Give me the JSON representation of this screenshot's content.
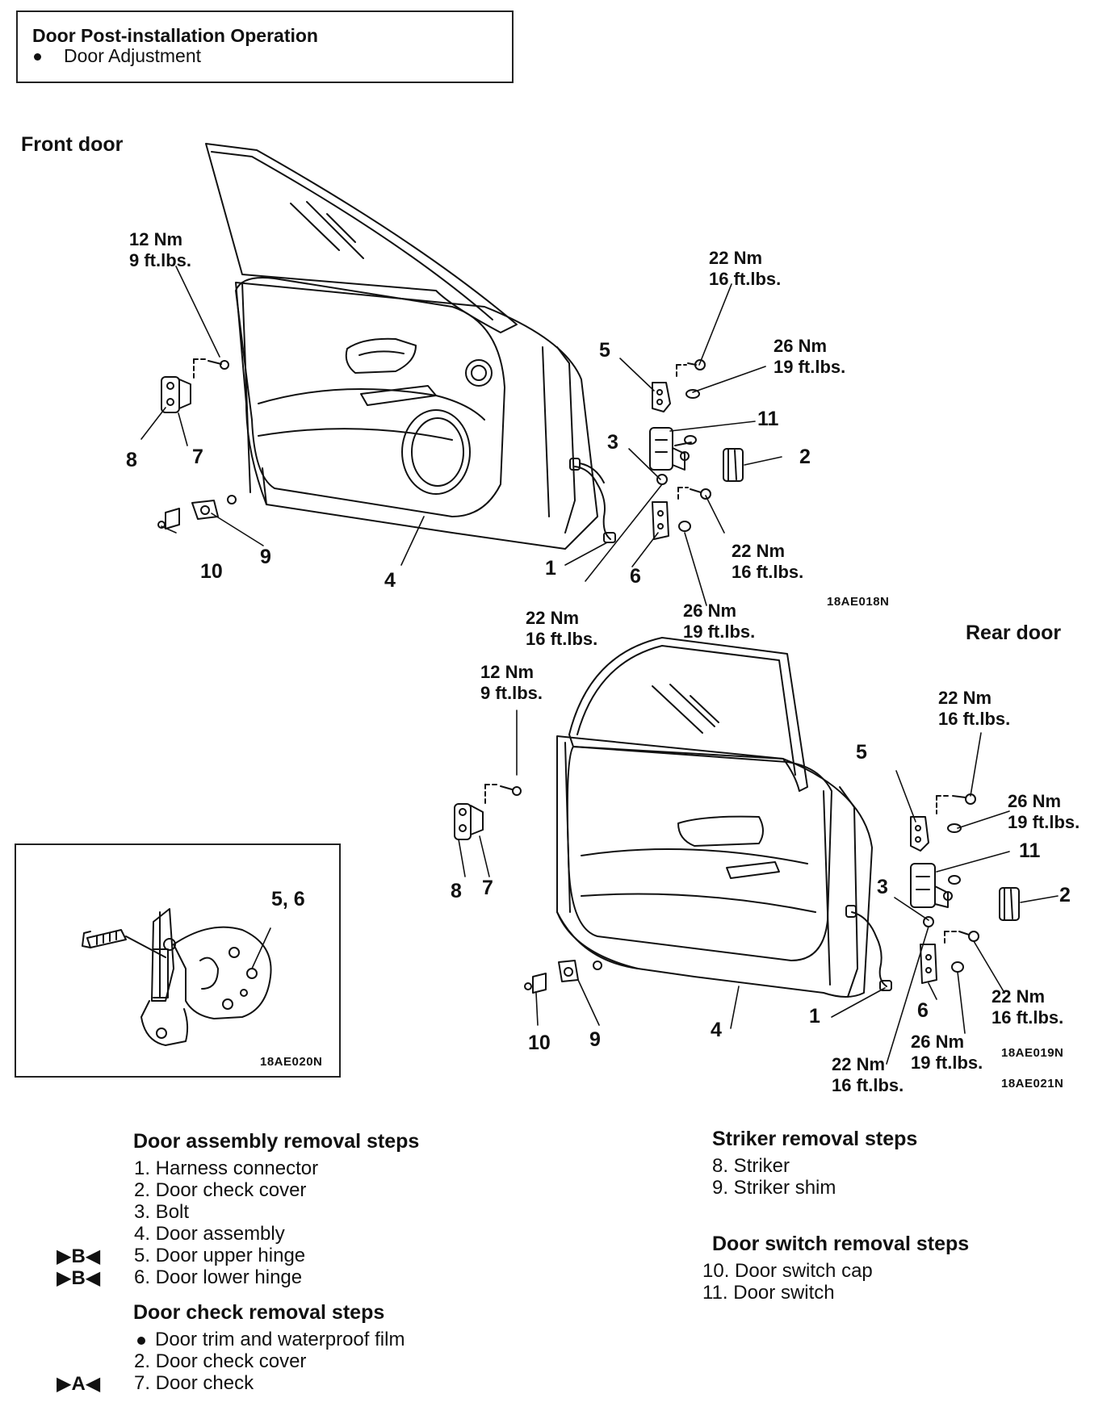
{
  "header": {
    "title": "Door Post-installation Operation",
    "bullet": "Door Adjustment"
  },
  "diagram": {
    "front_label": "Front door",
    "rear_label": "Rear door",
    "torque": {
      "nm12": "12 Nm",
      "ft9": "9 ft.lbs.",
      "nm22": "22 Nm",
      "ft16": "16 ft.lbs.",
      "nm26": "26 Nm",
      "ft19": "19 ft.lbs."
    },
    "callouts": {
      "n1": "1",
      "n2": "2",
      "n3": "3",
      "n4": "4",
      "n5": "5",
      "n6": "6",
      "n7": "7",
      "n8": "8",
      "n9": "9",
      "n10": "10",
      "n11": "11",
      "n56": "5, 6"
    },
    "codes": {
      "front": "18AE018N",
      "inset": "18AE020N",
      "rear1": "18AE019N",
      "rear2": "18AE021N"
    }
  },
  "steps": {
    "door_assembly": {
      "heading": "Door assembly removal steps",
      "items": [
        "1. Harness connector",
        "2. Door check cover",
        "3. Bolt",
        "4. Door assembly",
        "5. Door upper hinge",
        "6. Door lower hinge"
      ],
      "marker_b": "▶B◀"
    },
    "door_check": {
      "heading": "Door check removal steps",
      "items": [
        "Door trim and waterproof film",
        "2. Door check cover",
        "7. Door check"
      ],
      "marker_a": "▶A◀"
    },
    "striker": {
      "heading": "Striker removal steps",
      "items": [
        "8. Striker",
        "9. Striker shim"
      ]
    },
    "door_switch": {
      "heading": "Door switch removal steps",
      "items": [
        "10. Door switch cap",
        "11. Door switch"
      ]
    }
  }
}
